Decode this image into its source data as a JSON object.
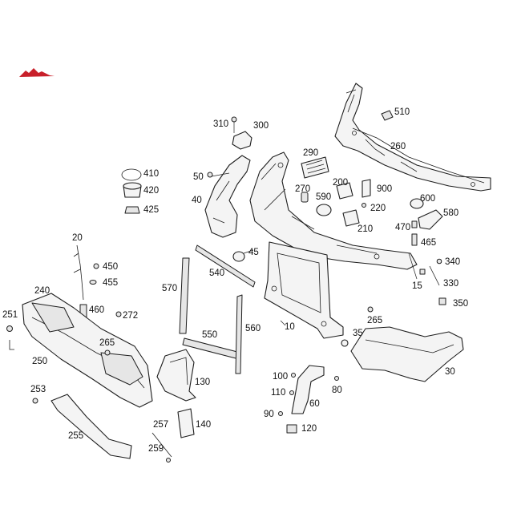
{
  "colors": {
    "logo_red": "#c8202a",
    "line": "#1e1e1e",
    "fill": "#f4f4f4"
  },
  "callouts": {
    "c510": "510",
    "c260": "260",
    "c310": "310",
    "c300": "300",
    "c290": "290",
    "c50": "50",
    "c40": "40",
    "c270": "270",
    "c200": "200",
    "c900": "900",
    "c590": "590",
    "c220": "220",
    "c210": "210",
    "c600": "600",
    "c580": "580",
    "c470": "470",
    "c465": "465",
    "c340": "340",
    "c330": "330",
    "c350": "350",
    "c15": "15",
    "c410": "410",
    "c420": "420",
    "c425": "425",
    "c20": "20",
    "c450": "450",
    "c455": "455",
    "c460": "460",
    "c240": "240",
    "c251": "251",
    "c272": "272",
    "c265a": "265",
    "c250": "250",
    "c253": "253",
    "c255": "255",
    "c570": "570",
    "c540": "540",
    "c45": "45",
    "c550": "550",
    "c560": "560",
    "c10": "10",
    "c265b": "265",
    "c35": "35",
    "c30": "30",
    "c130": "130",
    "c257": "257",
    "c140": "140",
    "c259": "259",
    "c100": "100",
    "c110": "110",
    "c90": "90",
    "c80": "80",
    "c60": "60",
    "c120": "120"
  }
}
